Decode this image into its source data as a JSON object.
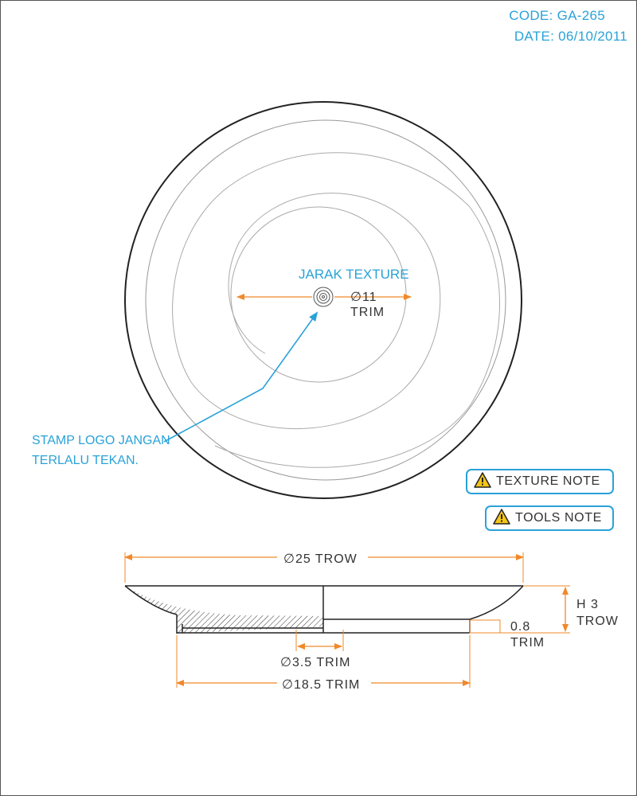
{
  "header": {
    "code": "CODE: GA-265",
    "date": "DATE: 06/10/2011"
  },
  "top_view": {
    "center_label": "JARAK TEXTURE",
    "dim_value": "∅11",
    "dim_unit": "TRIM",
    "callout_line1": "STAMP LOGO JANGAN",
    "callout_line2": "TERLALU TEKAN."
  },
  "notes": {
    "texture_note": "TEXTURE NOTE",
    "tools_note": "TOOLS NOTE",
    "icon": "warning-triangle-icon"
  },
  "side_view": {
    "dim_top": "∅25 TROW",
    "dim_height_1": "H 3",
    "dim_height_2": "TROW",
    "dim_step_1": "0.8",
    "dim_step_2": "TRIM",
    "dim_inner": "∅3.5 TRIM",
    "dim_base": "∅18.5 TRIM"
  },
  "colors": {
    "dimension": "#f0892a",
    "annotation": "#2aa2d8",
    "outline": "#222222",
    "warning": "#f5c518"
  }
}
